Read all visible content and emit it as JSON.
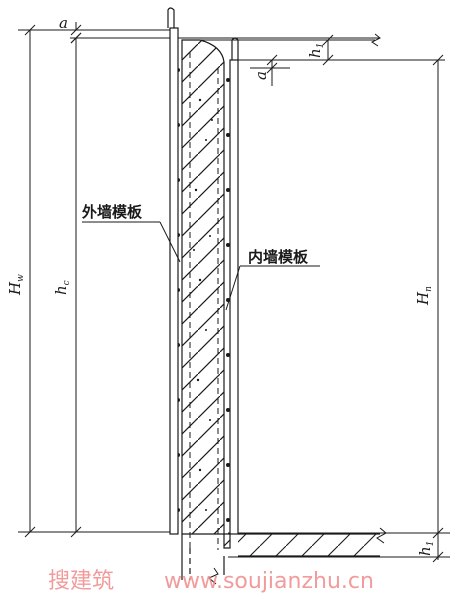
{
  "labels": {
    "outer_formwork": "外墙模板",
    "inner_formwork": "内墙模板"
  },
  "dimensions": {
    "a_top": "a",
    "a_inner": "a",
    "h1_top": "h",
    "h1_top_sub": "1",
    "h1_bottom": "h",
    "h1_bottom_sub": "1",
    "Hw": "H",
    "Hw_sub": "w",
    "hc": "h",
    "hc_sub": "c",
    "Hn": "H",
    "Hn_sub": "n"
  },
  "watermark": {
    "site_name": "搜建筑",
    "url": "www.soujianzhu.cn"
  },
  "colors": {
    "line": "#1a1a1a",
    "watermark": "#f08a8a"
  }
}
